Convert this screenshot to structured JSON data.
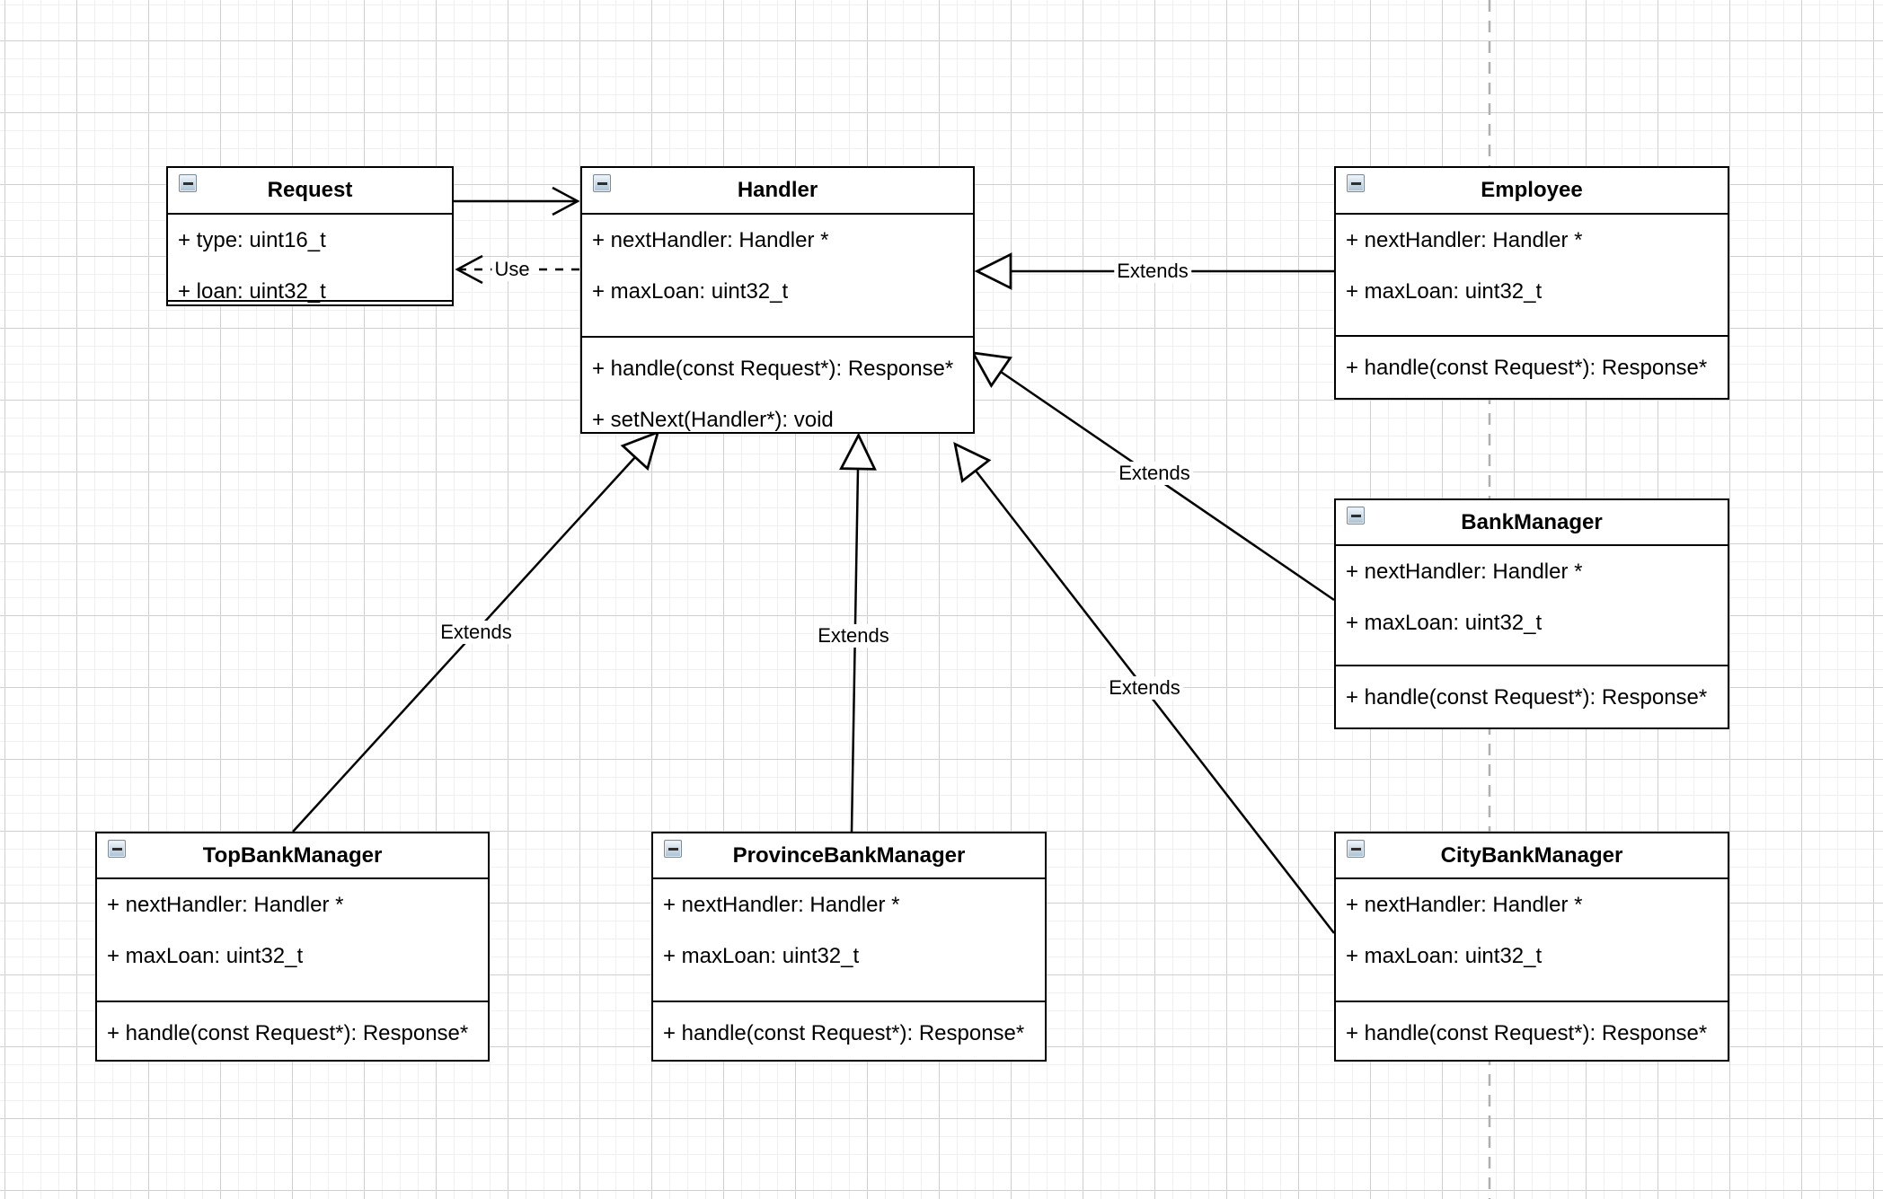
{
  "diagram_title": "Chain of Responsibility UML class diagram",
  "classes": [
    {
      "name": "Request",
      "attributes": [
        "+ type: uint16_t",
        "+ loan: uint32_t"
      ],
      "methods": []
    },
    {
      "name": "Handler",
      "attributes": [
        "+ nextHandler: Handler *",
        "+ maxLoan: uint32_t"
      ],
      "methods": [
        "+ handle(const Request*): Response*",
        "+ setNext(Handler*): void"
      ]
    },
    {
      "name": "Employee",
      "attributes": [
        "+ nextHandler: Handler *",
        "+ maxLoan: uint32_t"
      ],
      "methods": [
        "+ handle(const Request*): Response*"
      ]
    },
    {
      "name": "BankManager",
      "attributes": [
        "+ nextHandler: Handler *",
        "+ maxLoan: uint32_t"
      ],
      "methods": [
        "+ handle(const Request*): Response*"
      ]
    },
    {
      "name": "TopBankManager",
      "attributes": [
        "+ nextHandler: Handler *",
        "+ maxLoan: uint32_t"
      ],
      "methods": [
        "+ handle(const Request*): Response*"
      ]
    },
    {
      "name": "ProvinceBankManager",
      "attributes": [
        "+ nextHandler: Handler *",
        "+ maxLoan: uint32_t"
      ],
      "methods": [
        "+ handle(const Request*): Response*"
      ]
    },
    {
      "name": "CityBankManager",
      "attributes": [
        "+ nextHandler: Handler *",
        "+ maxLoan: uint32_t"
      ],
      "methods": [
        "+ handle(const Request*): Response*"
      ]
    }
  ],
  "edges": [
    {
      "from": "Request",
      "to": "Handler",
      "type": "directed-association",
      "label": ""
    },
    {
      "from": "Handler",
      "to": "Request",
      "type": "dashed-dependency",
      "label": "Use"
    },
    {
      "from": "Employee",
      "to": "Handler",
      "type": "generalization",
      "label": "Extends"
    },
    {
      "from": "BankManager",
      "to": "Handler",
      "type": "generalization",
      "label": "Extends"
    },
    {
      "from": "TopBankManager",
      "to": "Handler",
      "type": "generalization",
      "label": "Extends"
    },
    {
      "from": "ProvinceBankManager",
      "to": "Handler",
      "type": "generalization",
      "label": "Extends"
    },
    {
      "from": "CityBankManager",
      "to": "Handler",
      "type": "generalization",
      "label": "Extends"
    }
  ],
  "icons": {
    "collapse": "minus-icon"
  },
  "colors": {
    "shape_stroke": "#000000",
    "shape_fill": "#ffffff",
    "grid_minor": "#f0f0f0",
    "grid_major": "#d0d0d0",
    "page_divider": "#b0b0b0",
    "collapse_button_top": "#f2f7fb",
    "collapse_button_bottom": "#a9c0d3"
  }
}
